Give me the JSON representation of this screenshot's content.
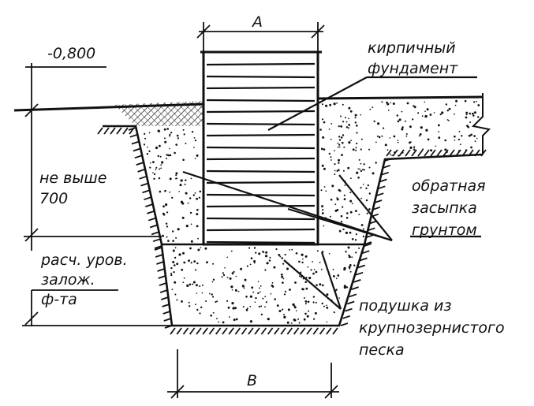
{
  "labels": {
    "dim_a": "A",
    "dim_b": "B",
    "elevation": "-0,800",
    "depth_note": {
      "line1": "не выше",
      "line2": "700"
    },
    "brick_foundation": {
      "line1": "кирпичный",
      "line2": "фундамент"
    },
    "backfill": {
      "line1": "обратная",
      "line2": "засыпка",
      "line3": "грунтом"
    },
    "design_level": {
      "line1": "расч. уров.",
      "line2": "залож.",
      "line3": "ф-та"
    },
    "sand_cushion": {
      "line1": "подушка из",
      "line2": "крупнозернистого",
      "line3": "песка"
    }
  },
  "colors": {
    "ink": "#111111",
    "paper": "#ffffff"
  }
}
